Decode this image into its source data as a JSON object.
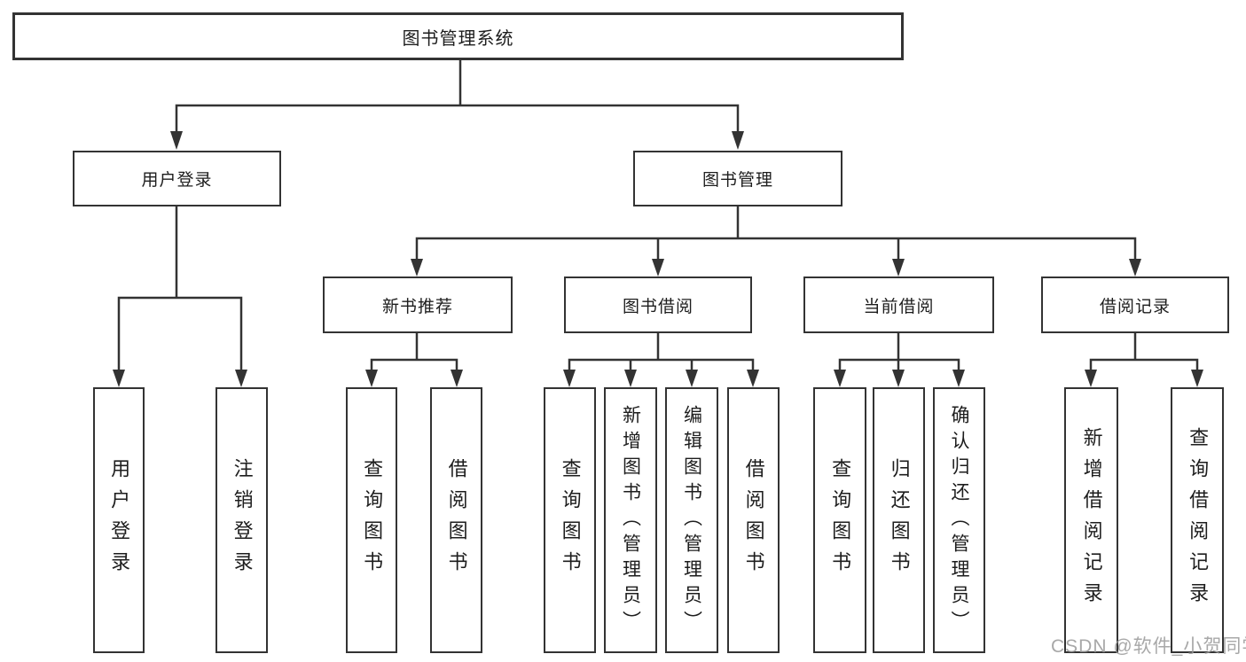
{
  "diagram": {
    "type": "hierarchy-tree",
    "colors": {
      "line": "#333333",
      "box_border": "#333333",
      "box_fill": "#ffffff",
      "text": "#1d1d1d",
      "watermark": "#999999"
    }
  },
  "tree": {
    "label": "图书管理系统",
    "children": [
      {
        "label": "用户登录",
        "children": [
          {
            "label": "用户登录"
          },
          {
            "label": "注销登录"
          }
        ]
      },
      {
        "label": "图书管理",
        "children": [
          {
            "label": "新书推荐",
            "children": [
              {
                "label": "查询图书"
              },
              {
                "label": "借阅图书"
              }
            ]
          },
          {
            "label": "图书借阅",
            "children": [
              {
                "label": "查询图书"
              },
              {
                "label": "新增图书（管理员）"
              },
              {
                "label": "编辑图书（管理员）"
              },
              {
                "label": "借阅图书"
              }
            ]
          },
          {
            "label": "当前借阅",
            "children": [
              {
                "label": "查询图书"
              },
              {
                "label": "归还图书"
              },
              {
                "label": "确认归还（管理员）"
              }
            ]
          },
          {
            "label": "借阅记录",
            "children": [
              {
                "label": "新增借阅记录"
              },
              {
                "label": "查询借阅记录"
              }
            ]
          }
        ]
      }
    ]
  },
  "watermark": {
    "text": "CSDN @软件_小贺同学"
  }
}
